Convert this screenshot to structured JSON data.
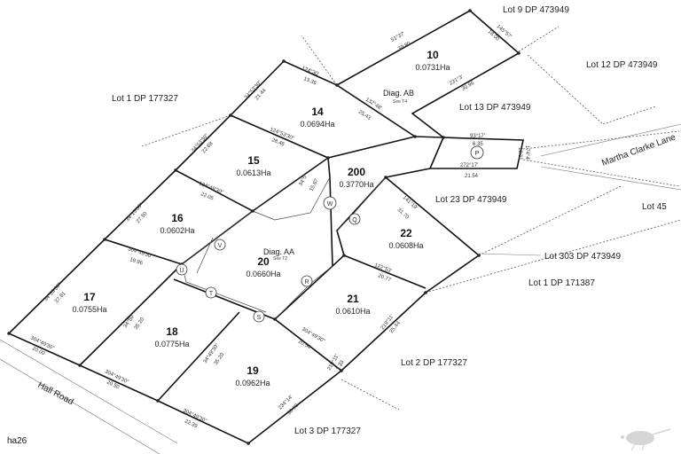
{
  "lots": [
    {
      "id": "lot-10",
      "number": "10",
      "area": "0.0731Ha"
    },
    {
      "id": "lot-14",
      "number": "14",
      "area": "0.0694Ha"
    },
    {
      "id": "lot-15",
      "number": "15",
      "area": "0.0613Ha"
    },
    {
      "id": "lot-200",
      "number": "200",
      "area": "0.3770Ha"
    },
    {
      "id": "lot-16",
      "number": "16",
      "area": "0.0602Ha"
    },
    {
      "id": "lot-22",
      "number": "22",
      "area": "0.0608Ha"
    },
    {
      "id": "lot-20",
      "number": "20",
      "area": "0.0660Ha"
    },
    {
      "id": "lot-17",
      "number": "17",
      "area": "0.0755Ha"
    },
    {
      "id": "lot-21",
      "number": "21",
      "area": "0.0610Ha"
    },
    {
      "id": "lot-18",
      "number": "18",
      "area": "0.0775Ha"
    },
    {
      "id": "lot-19",
      "number": "19",
      "area": "0.0962Ha"
    }
  ],
  "adjacent": {
    "lot9": "Lot 9 DP 473949",
    "lot12": "Lot 12 DP 473949",
    "lot1_177327": "Lot 1 DP 177327",
    "lot13": "Lot 13 DP 473949",
    "lot23": "Lot 23 DP 473949",
    "lot45": "Lot 45",
    "lot303": "Lot 303 DP 473949",
    "lot1_171387": "Lot 1 DP 171387",
    "lot2": "Lot 2 DP 177327",
    "lot3": "Lot 3 DP 177327"
  },
  "roads": {
    "martha": "Martha Clarke Lane",
    "hall": "Hall Road"
  },
  "diagrams": {
    "ab": {
      "label": "Diag. AB",
      "see": "See T4"
    },
    "aa": {
      "label": "Diag. AA",
      "see": "See T2"
    }
  },
  "easements": [
    "P",
    "W",
    "Q",
    "U",
    "V",
    "T",
    "S",
    "R"
  ],
  "dimensions": [
    "51°37'",
    "39.80",
    "145°57'",
    "18.00",
    "231°3'",
    "30.96",
    "124°30'",
    "13.36",
    "132°48'",
    "25.43",
    "34°53'30\"",
    "21.44",
    "124°53'30\"",
    "28.46",
    "93°17'",
    "6.35",
    "174°4'",
    "10.11",
    "272°17'",
    "21.54",
    "34°53'30\"",
    "22.68",
    "34°5'",
    "15.67",
    "124°49'30\"",
    "22.05",
    "34°13'30\"",
    "27.50",
    "304°49'30\"",
    "19.96",
    "141°19'",
    "31.70",
    "122°53'",
    "20.77",
    "34°53'30\"",
    "37.81",
    "34°50'",
    "35.20",
    "219°11'",
    "25.44",
    "304°49'30\"",
    "20.54",
    "304°49'30\"",
    "20.00",
    "34°49'30\"",
    "35.20",
    "304°49'30\"",
    "20.50",
    "219°11'",
    "1.33",
    "234°14'",
    "30.90",
    "304°49'30\"",
    "22.39"
  ],
  "corner_tag": "ha26"
}
